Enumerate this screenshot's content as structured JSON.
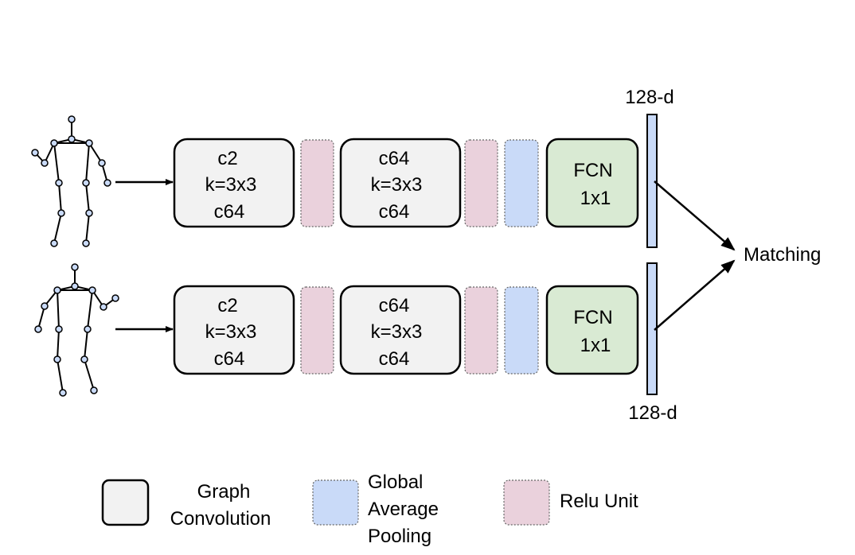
{
  "branches": [
    {
      "conv1": [
        "c2",
        "k=3x3",
        "c64"
      ],
      "conv2": [
        "c64",
        "k=3x3",
        "c64"
      ],
      "fcn": [
        "FCN",
        "1x1"
      ],
      "feature_label": "128-d"
    },
    {
      "conv1": [
        "c2",
        "k=3x3",
        "c64"
      ],
      "conv2": [
        "c64",
        "k=3x3",
        "c64"
      ],
      "fcn": [
        "FCN",
        "1x1"
      ],
      "feature_label": "128-d"
    }
  ],
  "output_label": "Matching",
  "legend": {
    "graph_conv": [
      "Graph",
      "Convolution"
    ],
    "gap": [
      "Global",
      "Average",
      "Pooling"
    ],
    "relu": [
      "Relu Unit"
    ]
  },
  "colors": {
    "graph_conv_fill": "#f2f2f2",
    "relu_fill": "#ead1dc",
    "gap_fill": "#c9daf8",
    "fcn_fill": "#d9ead3",
    "feature_fill": "#c9daf8",
    "skeleton_joint": "#c9daf8"
  }
}
